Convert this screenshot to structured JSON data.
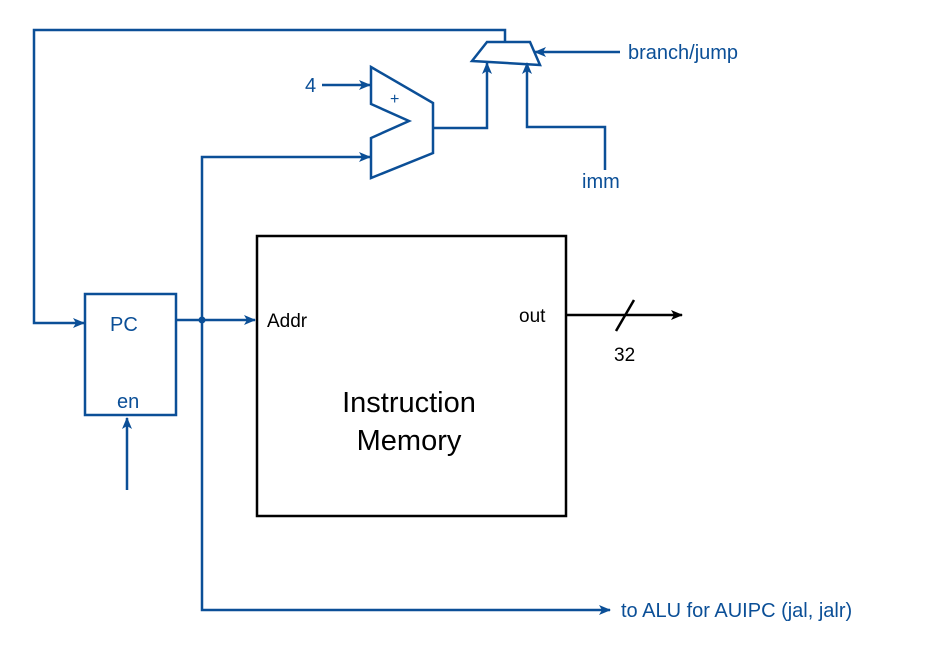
{
  "labels": {
    "branch_jump": "branch/jump",
    "four": "4",
    "plus": "+",
    "imm": "imm",
    "pc": "PC",
    "en": "en",
    "addr": "Addr",
    "out": "out",
    "bus_width": "32",
    "memory_line1": "Instruction",
    "memory_line2": "Memory",
    "to_alu": "to ALU for AUIPC (jal, jalr)"
  },
  "colors": {
    "wire_blue": "#0b4f97",
    "wire_black": "#000000",
    "background": "#ffffff"
  }
}
